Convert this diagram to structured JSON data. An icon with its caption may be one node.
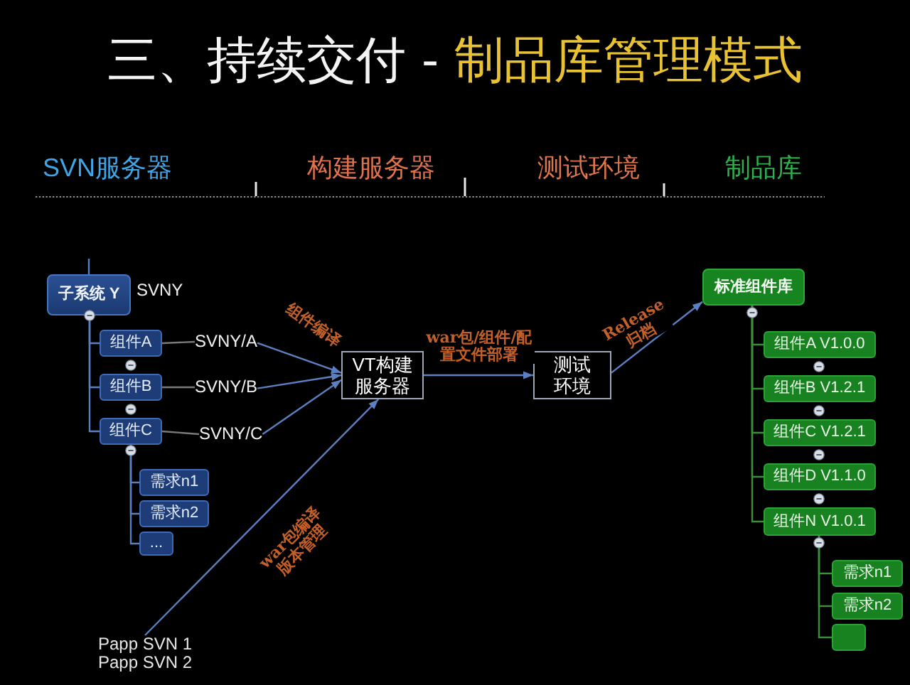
{
  "diagram": {
    "title": "三、持续交付 - 制品库管理模式",
    "nodes": [
      {
        "text": [
          "子系统 Y"
        ],
        "beside": [
          "SVNY"
        ]
      },
      {
        "text": [
          "组件A"
        ]
      },
      {
        "text": [
          "SVNY/A"
        ]
      },
      {
        "text": [
          "组件B"
        ]
      },
      {
        "text": [
          "SVNY/B"
        ]
      },
      {
        "text": [
          "组件C"
        ]
      },
      {
        "text": [
          "SVNY/C"
        ]
      },
      {
        "text": [
          "需求n1"
        ]
      },
      {
        "text": [
          "需求n2"
        ]
      },
      {
        "text": [
          "..."
        ]
      },
      {
        "text": [
          "VT构建服务器"
        ]
      },
      {
        "text": [
          "测试环境"
        ]
      },
      {
        "text": [
          "标准组件库"
        ]
      },
      {
        "text": [
          "组件A V1.0.0"
        ]
      },
      {
        "text": [
          "组件B V1.2.1"
        ]
      },
      {
        "text": [
          "组件C V1.2.1"
        ]
      },
      {
        "text": [
          "组件D V1.1.0"
        ]
      },
      {
        "text": [
          "组件N V1.0.1"
        ]
      },
      {
        "text": [
          "需求n1"
        ]
      },
      {
        "text": [
          "需求n2"
        ]
      },
      {
        "text": [],
        "shape": "box"
      },
      {
        "text": [
          "Papp SVN 1",
          "Papp SVN 2"
        ]
      }
    ],
    "edges": [
      {
        "from": null,
        "to": 0,
        "arrow": "none"
      },
      {
        "from": 0,
        "to": 1,
        "arrow": "none"
      },
      {
        "from": 0,
        "to": 3,
        "arrow": "none"
      },
      {
        "from": 0,
        "to": 5,
        "arrow": "none"
      },
      {
        "from": 1,
        "to": 2,
        "arrow": "none",
        "color": "#7a7a7a"
      },
      {
        "from": 3,
        "to": 4,
        "arrow": "none",
        "color": "#7a7a7a"
      },
      {
        "from": 5,
        "to": 6,
        "arrow": "none",
        "color": "#7a7a7a"
      },
      {
        "from": 5,
        "to": 7,
        "arrow": "none"
      },
      {
        "from": 5,
        "to": 8,
        "arrow": "none"
      },
      {
        "from": 5,
        "to": 9,
        "arrow": "none"
      },
      {
        "from": 2,
        "to": 10,
        "arrow": "to",
        "label": "组件编译"
      },
      {
        "from": 4,
        "to": 10,
        "arrow": "to"
      },
      {
        "from": 6,
        "to": 10,
        "arrow": "to"
      },
      {
        "from": 21,
        "to": 10,
        "arrow": "to",
        "label": "war包编译版本管理"
      },
      {
        "from": 10,
        "to": 11,
        "arrow": "to",
        "label": "war包/组件/配置文件部署"
      },
      {
        "from": 11,
        "to": 12,
        "arrow": "to",
        "label": "Release 归档"
      },
      {
        "from": 12,
        "to": 13,
        "arrow": "none",
        "color": "#3b8f3b"
      },
      {
        "from": 12,
        "to": 14,
        "arrow": "none",
        "color": "#3b8f3b"
      },
      {
        "from": 12,
        "to": 15,
        "arrow": "none",
        "color": "#3b8f3b"
      },
      {
        "from": 12,
        "to": 16,
        "arrow": "none",
        "color": "#3b8f3b"
      },
      {
        "from": 12,
        "to": 17,
        "arrow": "none",
        "color": "#3b8f3b"
      },
      {
        "from": 17,
        "to": 18,
        "arrow": "none",
        "color": "#3b8f3b"
      },
      {
        "from": 17,
        "to": 19,
        "arrow": "none",
        "color": "#3b8f3b"
      },
      {
        "from": 17,
        "to": 20,
        "arrow": "none",
        "color": "#3b8f3b"
      }
    ],
    "labels": [
      "SVN服务器",
      "构建服务器",
      "测试环境",
      "制品库"
    ]
  }
}
